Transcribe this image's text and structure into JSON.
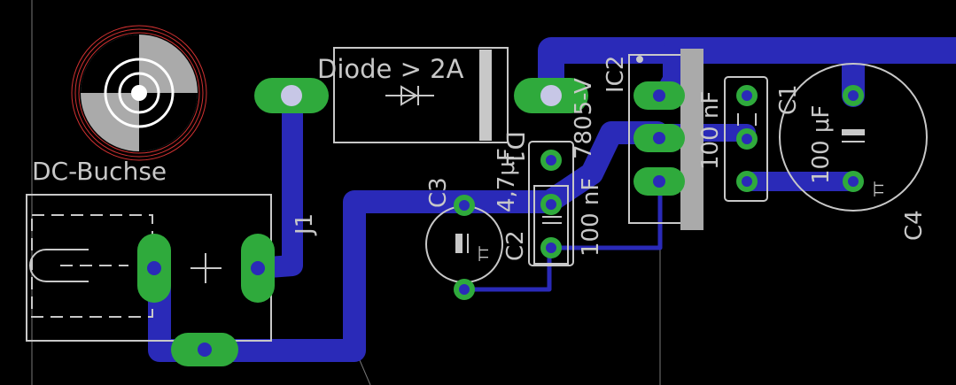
{
  "colors": {
    "background": "#000000",
    "trace": "#2a2ab8",
    "pad": "#2faa3c",
    "silkscreen": "#c8c8c8",
    "hole": "#c7c7e6",
    "ratsnest": "#d23232"
  },
  "labels": {
    "diode_value": "Diode > 2A",
    "diode_name": "D1",
    "dc_jack": "DC-Buchse",
    "j1": "J1",
    "c3": "C3",
    "c3_value": "4,7μF",
    "c2": "C2",
    "c2_value": "100 nF",
    "ic2_value": "7805-V",
    "ic2": "IC2",
    "ic_cap_value": "100 nF",
    "c1": "C1",
    "c4_value": "100 μF",
    "c4": "C4",
    "tt": "TT"
  }
}
